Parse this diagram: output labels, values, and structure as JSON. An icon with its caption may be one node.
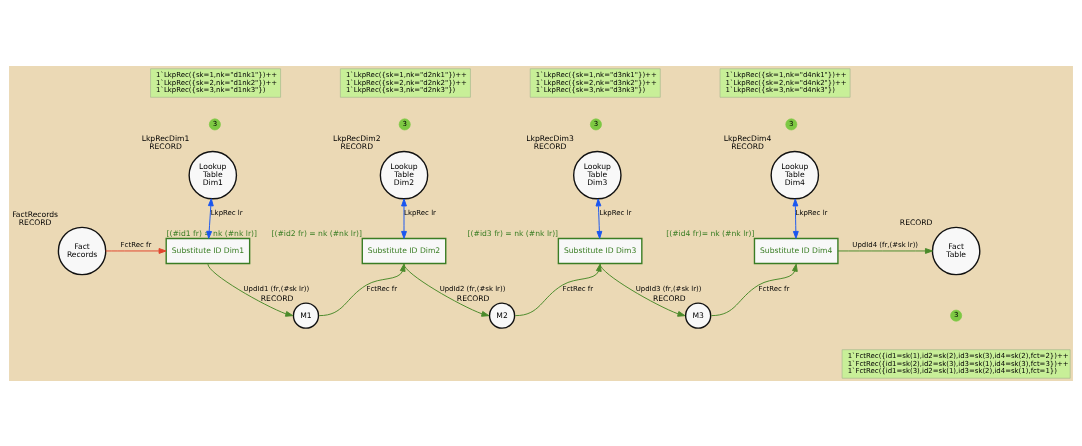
{
  "diagram": {
    "nodes": [
      {
        "text": [
          "1`LkpRec({sk=1,nk=\"d1nk1\"})++",
          "1`LkpRec({sk=2,nk=\"d1nk2\"})++",
          "1`LkpRec({sk=3,nk=\"d1nk3\"})"
        ]
      },
      {
        "text": [
          "1`LkpRec({sk=1,nk=\"d2nk1\"})++",
          "1`LkpRec({sk=2,nk=\"d2nk2\"})++",
          "1`LkpRec({sk=3,nk=\"d2nk3\"})"
        ]
      },
      {
        "text": [
          "1`LkpRec({sk=1,nk=\"d3nk1\"})++",
          "1`LkpRec({sk=2,nk=\"d3nk2\"})++",
          "1`LkpRec({sk=3,nk=\"d3nk3\"})"
        ]
      },
      {
        "text": [
          "1`LkpRec({sk=1,nk=\"d4nk1\"})++",
          "1`LkpRec({sk=2,nk=\"d4nk2\"})++",
          "1`LkpRec({sk=3,nk=\"d4nk3\"})"
        ]
      },
      {
        "text": [
          "3"
        ]
      },
      {
        "text": [
          "Lookup Table Dim1"
        ],
        "beside": [
          "LkpRecDim1",
          "RECORD"
        ]
      },
      {
        "text": [
          "3"
        ]
      },
      {
        "text": [
          "Lookup Table Dim2"
        ],
        "beside": [
          "LkpRecDim2",
          "RECORD"
        ]
      },
      {
        "text": [
          "3"
        ]
      },
      {
        "text": [
          "Lookup Table Dim3"
        ],
        "beside": [
          "LkpRecDim3",
          "RECORD"
        ]
      },
      {
        "text": [
          "3"
        ]
      },
      {
        "text": [
          "Lookup Table Dim4"
        ],
        "beside": [
          "LkpRecDim4",
          "RECORD"
        ]
      },
      {
        "text": [
          "Fact Records"
        ],
        "beside": [
          "FactRecords",
          "RECORD"
        ]
      },
      {
        "text": [
          "Substitute ID Dim1"
        ],
        "beside": [
          "[(#id1 fr) = nk (#nk lr)]"
        ]
      },
      {
        "text": [
          "Substitute ID Dim2"
        ],
        "beside": [
          "[(#id2 fr) = nk (#nk lr)]"
        ]
      },
      {
        "text": [
          "Substitute ID Dim3"
        ],
        "beside": [
          "[(#id3 fr) = nk (#nk lr)]"
        ]
      },
      {
        "text": [
          "Substitute ID Dim4"
        ],
        "beside": [
          "[(#id4 fr)= nk (#nk lr)]"
        ]
      },
      {
        "text": [
          "Fact Table"
        ],
        "beside": [
          "RECORD"
        ]
      },
      {
        "text": [
          "3"
        ]
      },
      {
        "text": [
          "M1"
        ],
        "beside": [
          "RECORD"
        ]
      },
      {
        "text": [
          "M2"
        ],
        "beside": [
          "RECORD"
        ]
      },
      {
        "text": [
          "M3"
        ],
        "beside": [
          "RECORD"
        ]
      },
      {
        "text": [
          "1`FctRec({id1=sk(1),id2=sk(2),id3=sk(3),id4=sk(2),fct=2})++",
          "1`FctRec({id1=sk(2),id2=sk(3),id3=sk(1),id4=sk(3),fct=3})++",
          "1`FctRec({id1=sk(3),id2=sk(1),id3=sk(2),id4=sk(1),fct=1})"
        ]
      }
    ],
    "edges": [
      {
        "from": 12,
        "to": 13,
        "arrow": "to",
        "label": "FctRec fr",
        "color": "#e0442c"
      },
      {
        "from": 5,
        "to": 13,
        "arrow": "both",
        "label": "LkpRec lr",
        "color": "#1a56f0"
      },
      {
        "from": 7,
        "to": 14,
        "arrow": "both",
        "label": "LkpRec lr",
        "color": "#1a56f0"
      },
      {
        "from": 9,
        "to": 15,
        "arrow": "both",
        "label": "LkpRec lr",
        "color": "#1a56f0"
      },
      {
        "from": 11,
        "to": 16,
        "arrow": "both",
        "label": "LkpRec lr",
        "color": "#1a56f0"
      },
      {
        "from": 13,
        "to": 19,
        "arrow": "to",
        "label": "UpdId1 (fr,(#sk lr))"
      },
      {
        "from": 19,
        "to": 14,
        "arrow": "to",
        "label": "FctRec fr"
      },
      {
        "from": 14,
        "to": 20,
        "arrow": "to",
        "label": "UpdId2 (fr,(#sk lr))"
      },
      {
        "from": 20,
        "to": 15,
        "arrow": "to",
        "label": "FctRec fr"
      },
      {
        "from": 15,
        "to": 21,
        "arrow": "to",
        "label": "UpdId3 (fr,(#sk lr))"
      },
      {
        "from": 21,
        "to": 16,
        "arrow": "to",
        "label": "FctRec fr"
      },
      {
        "from": 16,
        "to": 17,
        "arrow": "to",
        "label": "UpdId4 (fr,(#sk lr))"
      }
    ]
  }
}
